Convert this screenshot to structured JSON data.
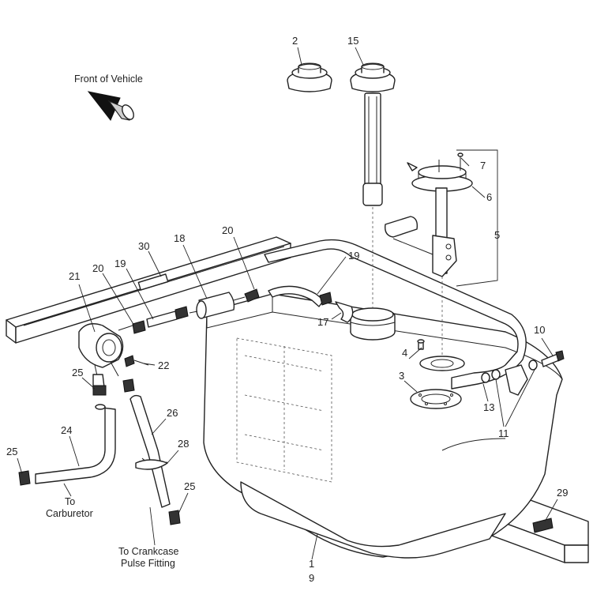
{
  "diagram": {
    "captions": {
      "front_of_vehicle": "Front of Vehicle",
      "to_carburetor_1": "To",
      "to_carburetor_2": "Carburetor",
      "to_crankcase_1": "To Crankcase",
      "to_crankcase_2": "Pulse Fitting"
    },
    "callouts": {
      "c1": "1",
      "c2": "2",
      "c3": "3",
      "c4": "4",
      "c5": "5",
      "c6": "6",
      "c7": "7",
      "c9": "9",
      "c10": "10",
      "c11": "11",
      "c13": "13",
      "c15": "15",
      "c17": "17",
      "c18": "18",
      "c19a": "19",
      "c19b": "19",
      "c20a": "20",
      "c20b": "20",
      "c21": "21",
      "c22": "22",
      "c24": "24",
      "c25a": "25",
      "c25b": "25",
      "c25c": "25",
      "c26": "26",
      "c28": "28",
      "c29": "29",
      "c30": "30"
    }
  }
}
